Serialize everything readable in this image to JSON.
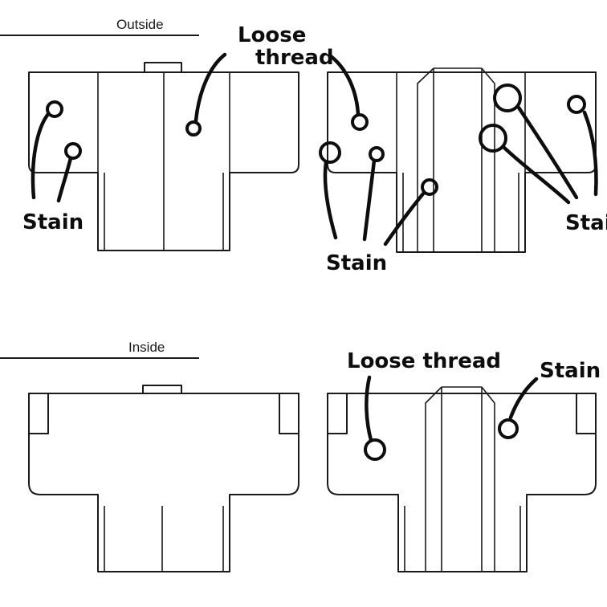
{
  "sections": {
    "outside": {
      "title": "Outside"
    },
    "inside": {
      "title": "Inside"
    }
  },
  "annotations": {
    "outside_back_loose_thread": [
      "Loose",
      "thread"
    ],
    "outside_back_stain": "Stain",
    "outside_front_stain_bottom": "Stain",
    "outside_front_stain_right": "Stai",
    "inside_front_loose_thread": "Loose thread",
    "inside_front_stain": "Stain"
  },
  "colors": {
    "ink": "#0d0d0d",
    "line": "#1a1a1a",
    "background": "#ffffff"
  }
}
